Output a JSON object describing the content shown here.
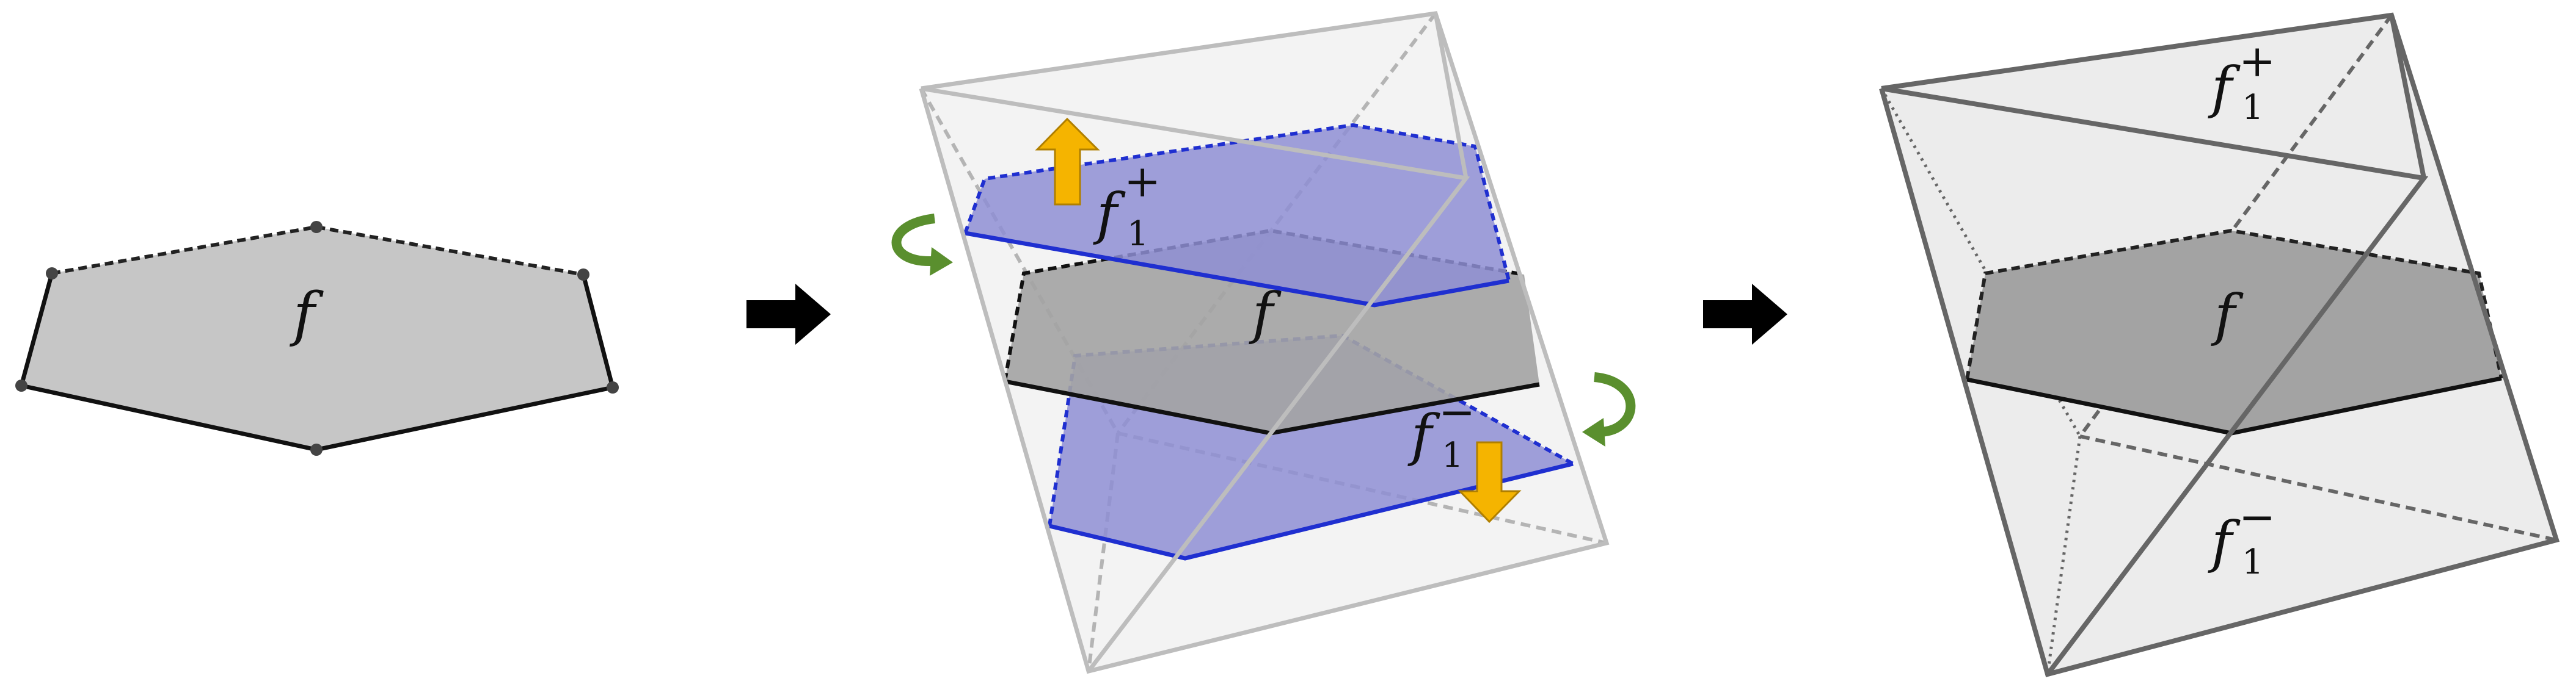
{
  "labels": {
    "face": "f",
    "face_base": "f",
    "sub_index": "1",
    "plus": "+",
    "minus": "−"
  },
  "colors": {
    "face_fill": "#c6c6c6",
    "face_dark": "#a3a3a3",
    "blue_fill": "#8e8ed4",
    "blue_edge": "#1f2fd0",
    "yellow_arrow": "#f5b400",
    "green_arrow": "#5a8f2e",
    "solid_fill": "#ececec",
    "solid_edge": "#666666",
    "ghost_edge": "#b4b4b4",
    "arrow_black": "#000000"
  },
  "icons": {
    "step_arrow": "right-arrow-icon",
    "lift_arrow": "up-arrow-icon",
    "drop_arrow": "down-arrow-icon",
    "rotate_arrow": "rotate-arrow-icon"
  }
}
